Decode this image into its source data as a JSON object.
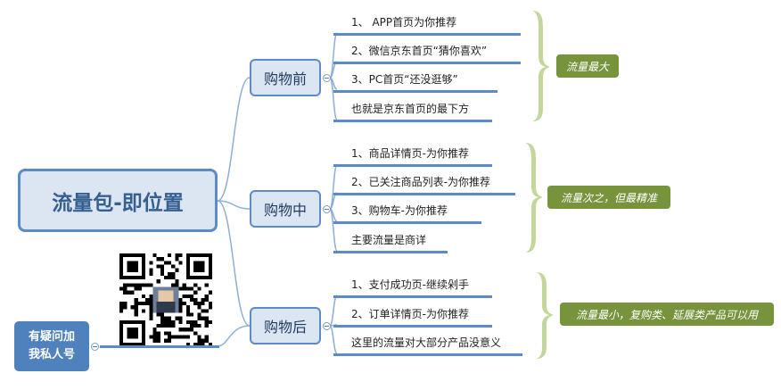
{
  "root": {
    "title": "流量包-即位置"
  },
  "branches": [
    {
      "label": "购物前",
      "items": [
        "1、 APP首页为你推荐",
        "2、微信京东首页“猜你喜欢”",
        "3、PC首页“还没逛够”",
        "也就是京东首页的最下方"
      ],
      "summary": "流量最大"
    },
    {
      "label": "购物中",
      "items": [
        "1、商品详情页-为你推荐",
        "2、已关注商品列表-为你推荐",
        "3、购物车-为你推荐",
        "主要流量是商详"
      ],
      "summary": "流量次之，但最精准"
    },
    {
      "label": "购物后",
      "items": [
        "1、支付成功页-继续剁手",
        "2、订单详情页-为你推荐",
        "这里的流量对大部分产品没意义"
      ],
      "summary": "流量最小，复购类、延展类产品可以用"
    }
  ],
  "contact": {
    "line1": "有疑问加",
    "line2": "我私人号"
  },
  "colors": {
    "node_fill": "#dce6f2",
    "node_border": "#5b8bc9",
    "summary_fill": "#77933c",
    "brace": "#c3d69b",
    "contact_fill": "#4f81bd"
  }
}
